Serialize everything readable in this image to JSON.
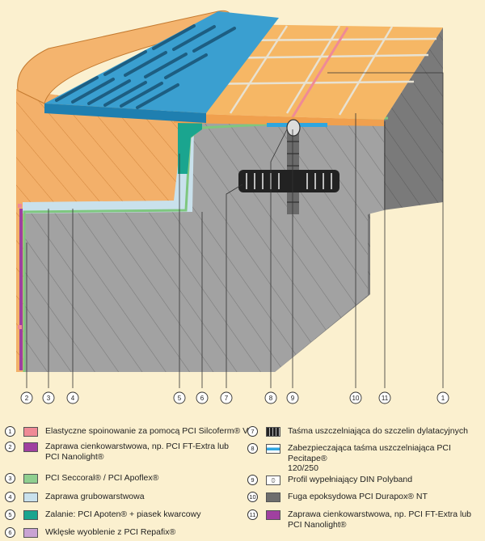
{
  "callouts": [
    "2",
    "3",
    "4",
    "5",
    "6",
    "7",
    "8",
    "9",
    "10",
    "11",
    "1"
  ],
  "legend": [
    {
      "num": "1",
      "text": "Elastyczne spoinowanie za pomocą PCI Silcoferm® VE",
      "swatch": "#ef8a96"
    },
    {
      "num": "2",
      "text": "Zaprawa cienkowarstwowa, np. PCI FT-Extra lub\nPCI Nanolight®",
      "swatch": "#a040a0"
    },
    {
      "num": "3",
      "text": "PCI Seccoral® / PCI Apoflex®",
      "swatch": "#8fcf8f"
    },
    {
      "num": "4",
      "text": "Zaprawa grubowarstwowa",
      "swatch": "#c9e1ec"
    },
    {
      "num": "5",
      "text": "Zalanie: PCI Apoten® + piasek kwarcowy",
      "swatch": "#1aa58f"
    },
    {
      "num": "6",
      "text": "Wklęsłe wyoblenie z PCI Repafix®",
      "swatch": "#c9a3d3"
    },
    {
      "num": "7",
      "text": "Taśma uszczelniająca do szczelin dylatacyjnych",
      "swatch": "tape"
    },
    {
      "num": "8",
      "text": "Zabezpieczająca taśma uszczelniająca PCI Pecitape®\n120/250",
      "swatch": "blueband"
    },
    {
      "num": "9",
      "text": "Profil wypełniający DIN Polyband",
      "swatch": "profile"
    },
    {
      "num": "10",
      "text": "Fuga epoksydowa PCI Durapox® NT",
      "swatch": "#6e6e6e"
    },
    {
      "num": "11",
      "text": "Zaprawa cienkowarstwowa, np. PCI FT-Extra lub\nPCI Nanolight®",
      "swatch": "#a040a0"
    }
  ],
  "colors": {
    "background": "#fbf0cf",
    "tile": "#f6b765",
    "concrete": "#8f8f8f",
    "grate": "#3a9fd0"
  }
}
